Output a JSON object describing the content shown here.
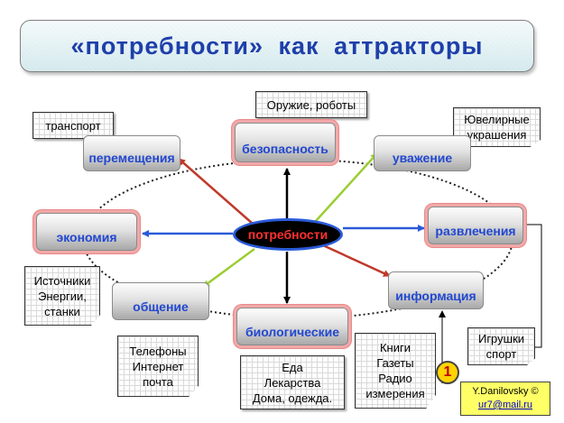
{
  "title": "«потребности» как аттракторы",
  "center": "потребности",
  "needs": {
    "bezopasnost": "безопасность",
    "peremeshcheniya": "перемещения",
    "uvazhenie": "уважение",
    "ekonomiya": "экономия",
    "razvlecheniya": "развлечения",
    "obshchenie": "общение",
    "biologicheskie": "биологические",
    "informaciya": "информация"
  },
  "notes": {
    "oruzhie": [
      "Оружие, роботы"
    ],
    "transport": [
      "транспорт"
    ],
    "yuvelirnye": [
      "Ювелирные",
      "украшения"
    ],
    "istochniki": [
      "Источники",
      "Энергии,",
      "станки"
    ],
    "telefony": [
      "Телефоны",
      "Интернет",
      "почта"
    ],
    "eda": [
      "Еда",
      "Лекарства",
      "Дома, одежда."
    ],
    "knigi": [
      "Книги",
      "Газеты",
      "Радио",
      "измерения"
    ],
    "igrushki": [
      "Игрушки",
      "спорт"
    ]
  },
  "author": {
    "name": "Y.Danilovsky ©",
    "email": "ur7@mail.ru"
  },
  "badge": "1",
  "colors": {
    "title": "#1e3faa",
    "need_label": "#2248d0",
    "center_label": "#ff3030",
    "arrow_red": "#c0392b",
    "arrow_green": "#9acd32",
    "arrow_blue": "#2a5bd8",
    "arrow_black": "#000000"
  }
}
